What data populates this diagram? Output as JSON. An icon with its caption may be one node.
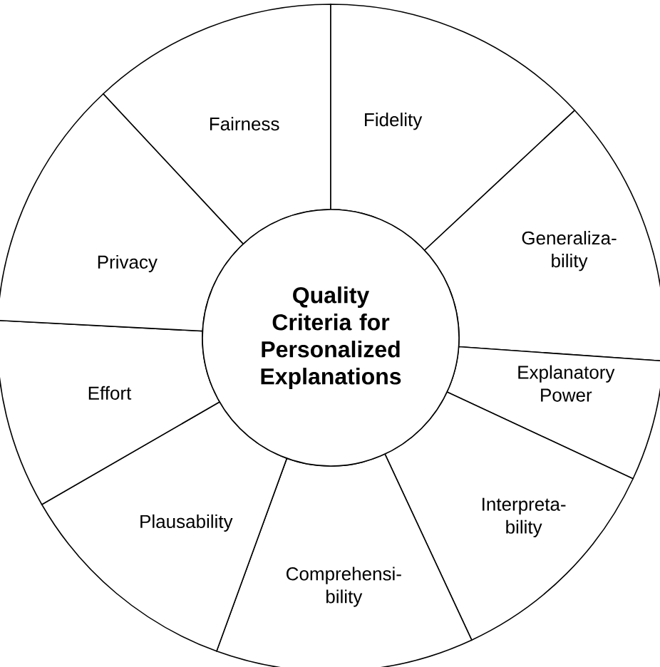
{
  "diagram": {
    "nodes": [
      {
        "text": [
          "Quality Criteria for Personalized Explanations"
        ]
      },
      {
        "text": [
          "Fairness"
        ]
      },
      {
        "text": [
          "Fidelity"
        ]
      },
      {
        "text": [
          "Generaliza- bility"
        ]
      },
      {
        "text": [
          "Explanatory Power"
        ]
      },
      {
        "text": [
          "Interpreta- bility"
        ]
      },
      {
        "text": [
          "Comprehensi- bility"
        ]
      },
      {
        "text": [
          "Plausability"
        ]
      },
      {
        "text": [
          "Effort"
        ]
      },
      {
        "text": [
          "Privacy"
        ]
      }
    ]
  }
}
